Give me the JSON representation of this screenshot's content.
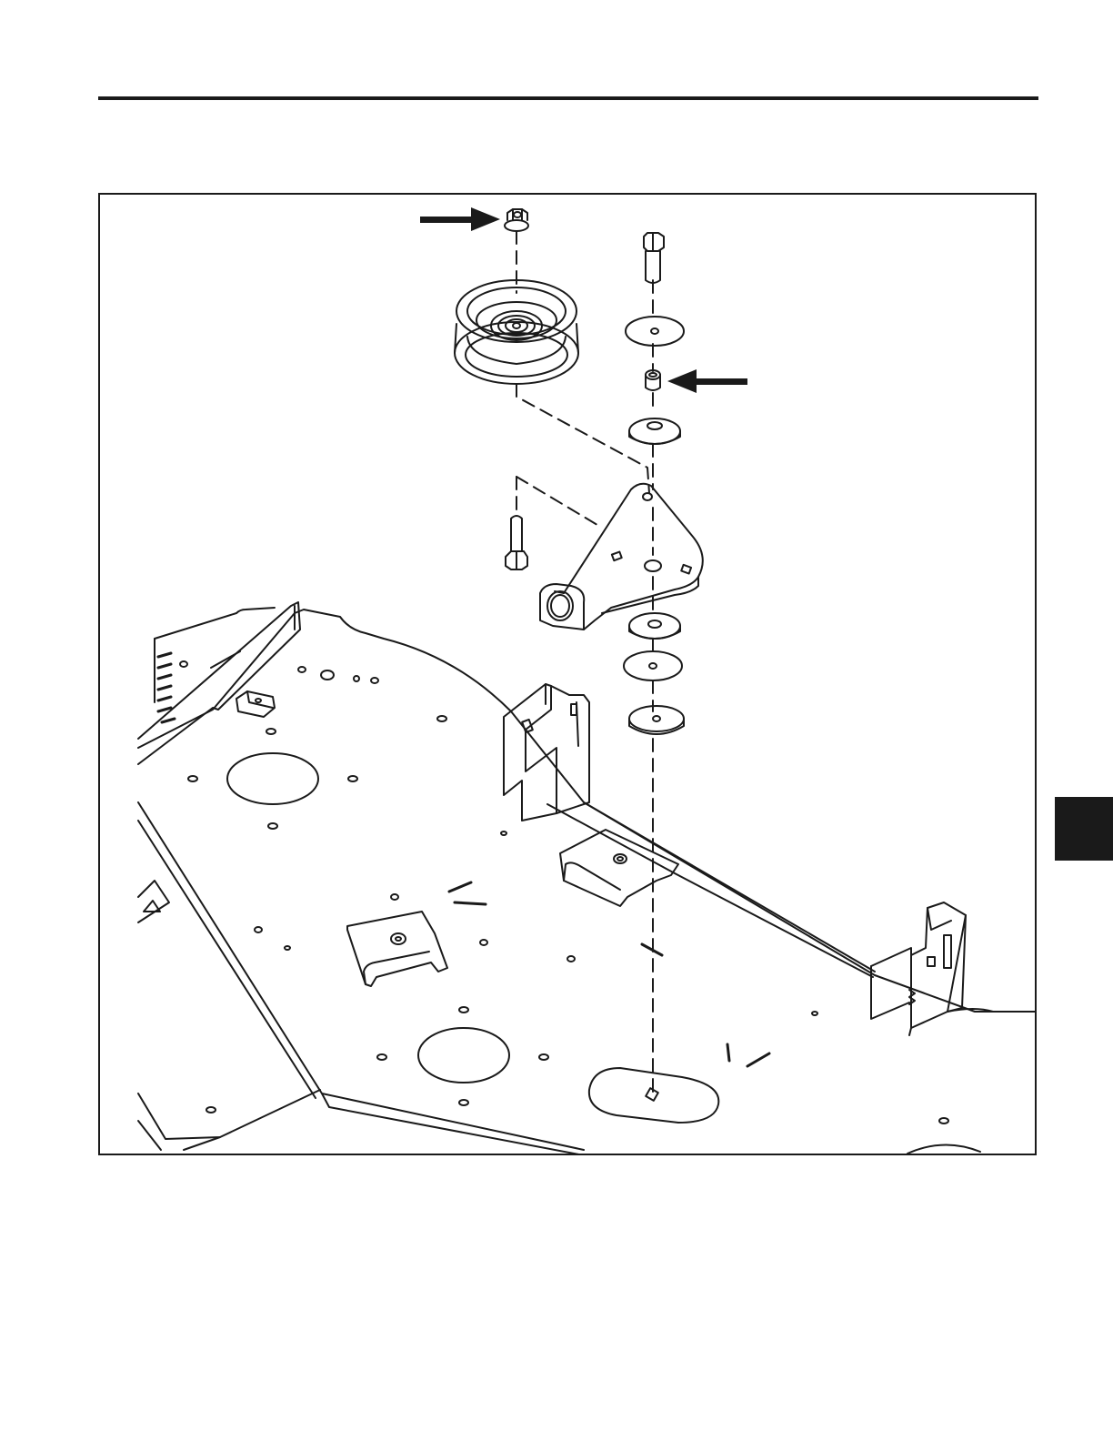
{
  "page": {
    "colors": {
      "ink": "#1a1a1a",
      "paper": "#ffffff"
    }
  },
  "diagram": {
    "type": "exploded-assembly",
    "parts": [
      "hex-flange-nut",
      "idler-pulley",
      "hex-bolt-upper",
      "flat-washer",
      "spacer",
      "flat-washer",
      "idler-arm-bracket",
      "hex-bolt-pivot",
      "flat-washer",
      "flat-washer",
      "flat-washer",
      "mower-deck"
    ],
    "callout_arrows": [
      "arrow-to-nut",
      "arrow-to-spacer"
    ]
  }
}
